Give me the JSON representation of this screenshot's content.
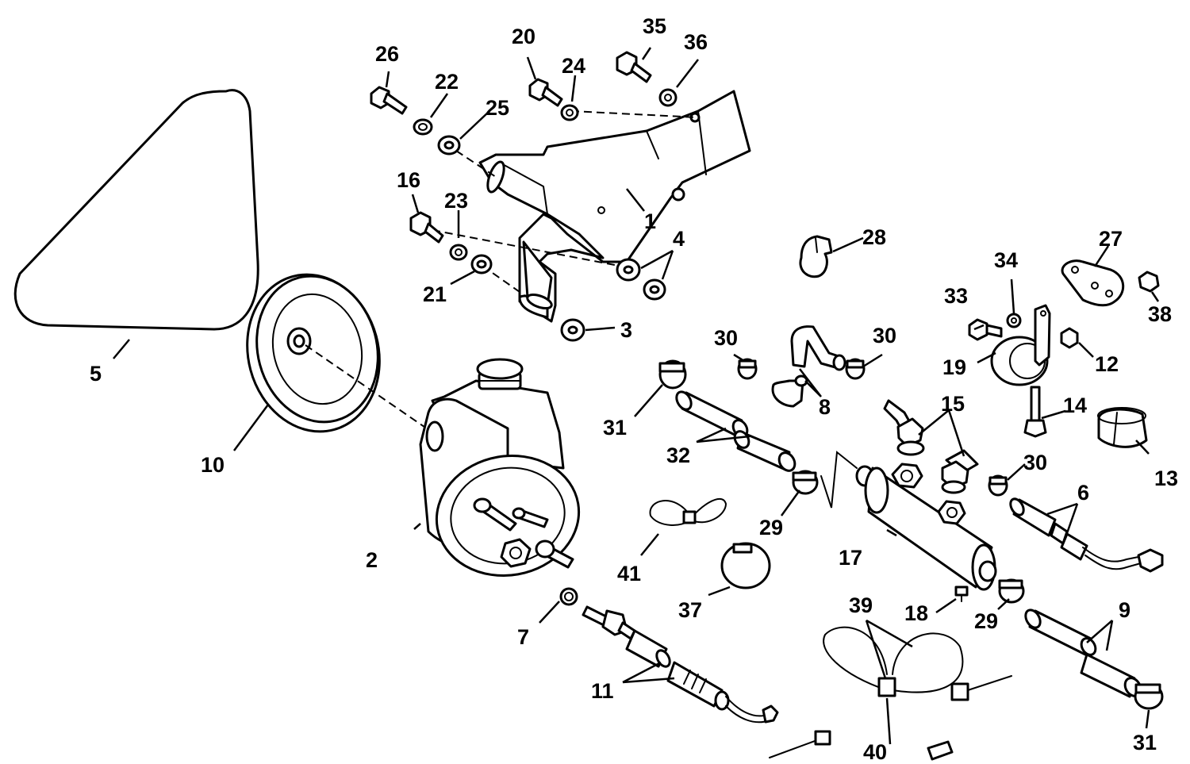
{
  "parts": [
    {
      "num": "1"
    },
    {
      "num": "2"
    },
    {
      "num": "3"
    },
    {
      "num": "4"
    },
    {
      "num": "5"
    },
    {
      "num": "6"
    },
    {
      "num": "7"
    },
    {
      "num": "8"
    },
    {
      "num": "9"
    },
    {
      "num": "10"
    },
    {
      "num": "11"
    },
    {
      "num": "12"
    },
    {
      "num": "13"
    },
    {
      "num": "14"
    },
    {
      "num": "15"
    },
    {
      "num": "16"
    },
    {
      "num": "17"
    },
    {
      "num": "18"
    },
    {
      "num": "19"
    },
    {
      "num": "20"
    },
    {
      "num": "21"
    },
    {
      "num": "22"
    },
    {
      "num": "23"
    },
    {
      "num": "24"
    },
    {
      "num": "25"
    },
    {
      "num": "26"
    },
    {
      "num": "27"
    },
    {
      "num": "28"
    },
    {
      "num": "29"
    },
    {
      "num": "30"
    },
    {
      "num": "31"
    },
    {
      "num": "32"
    },
    {
      "num": "33"
    },
    {
      "num": "34"
    },
    {
      "num": "35"
    },
    {
      "num": "36"
    },
    {
      "num": "37"
    },
    {
      "num": "38"
    },
    {
      "num": "39"
    },
    {
      "num": "40"
    },
    {
      "num": "41"
    }
  ]
}
